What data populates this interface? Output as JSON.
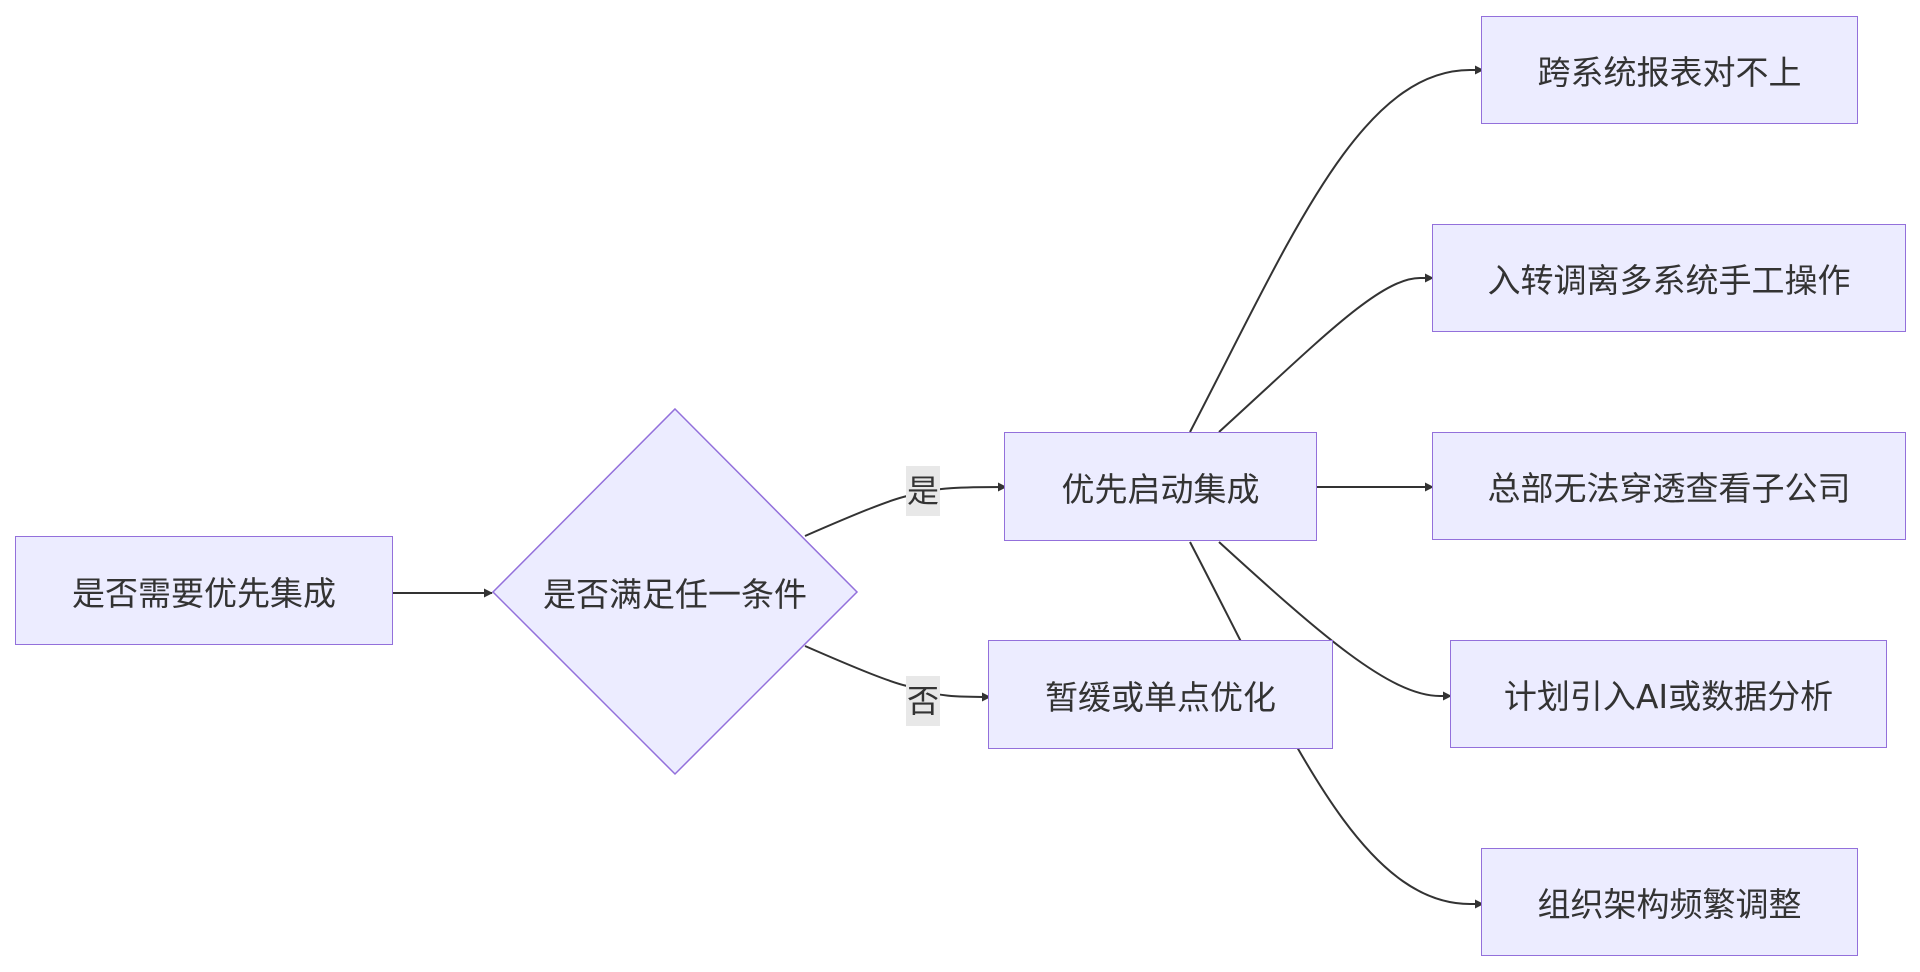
{
  "diagram": {
    "nodes": {
      "start": "是否需要优先集成",
      "decision": "是否满足任一条件",
      "priority": "优先启动集成",
      "defer": "暂缓或单点优化",
      "cond1": "跨系统报表对不上",
      "cond2": "入转调离多系统手工操作",
      "cond3": "总部无法穿透查看子公司",
      "cond4": "计划引入AI或数据分析",
      "cond5": "组织架构频繁调整"
    },
    "edges": {
      "yes": "是",
      "no": "否"
    },
    "colors": {
      "node_fill": "#ececff",
      "node_border": "#9370db",
      "edge": "#333333",
      "label_bg": "#e8e8e8"
    }
  }
}
